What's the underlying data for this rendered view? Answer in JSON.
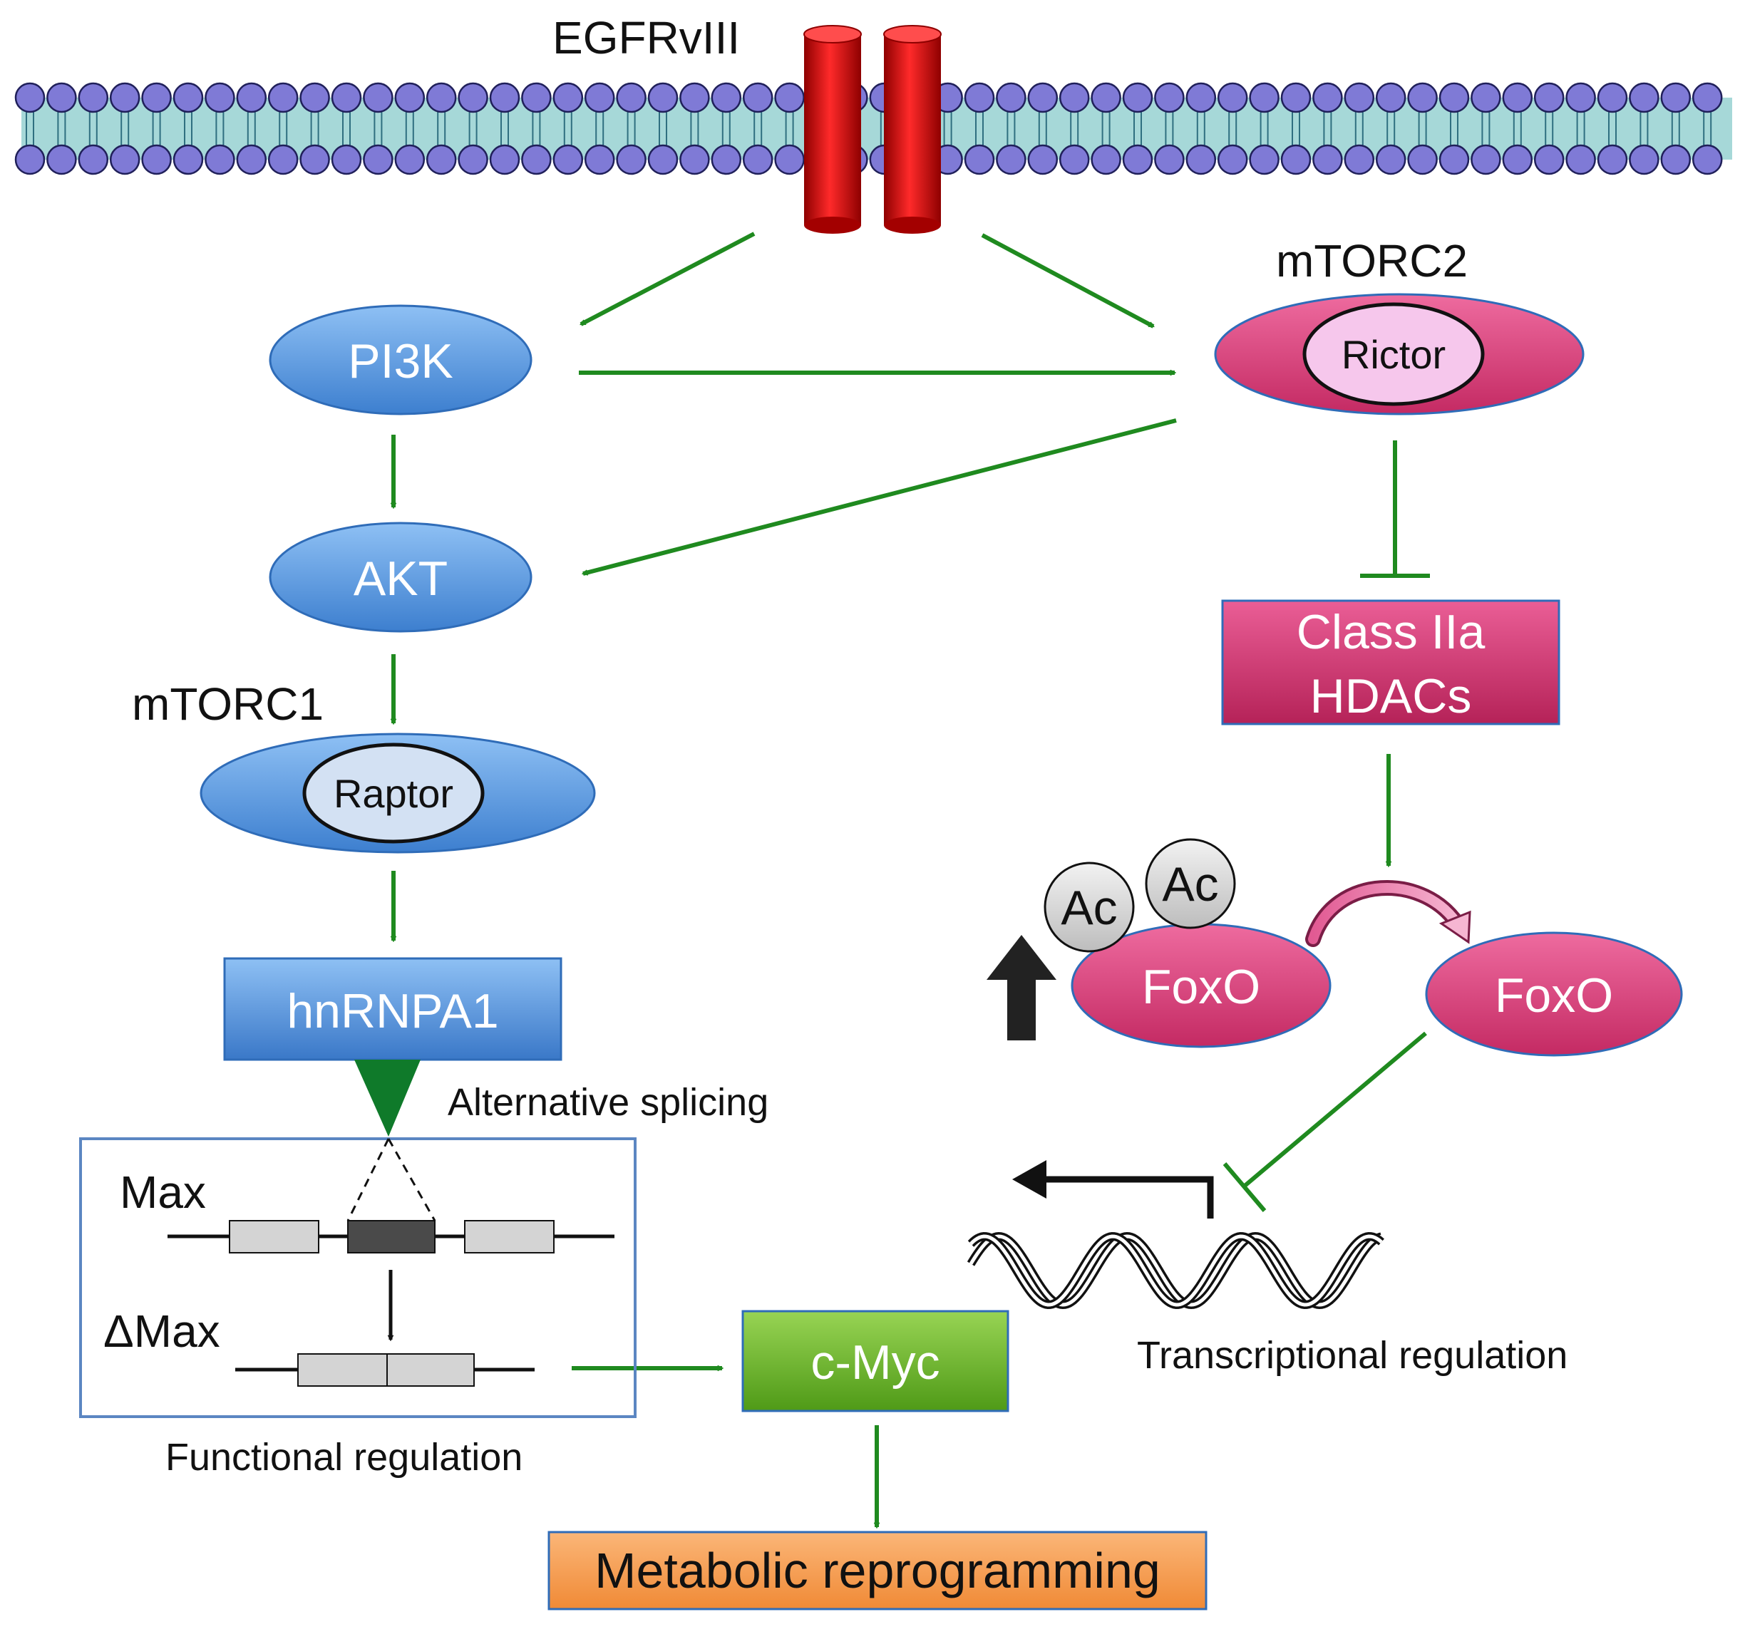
{
  "receptor": {
    "label": "EGFRvIII"
  },
  "nodes": {
    "pi3k": "PI3K",
    "akt": "AKT",
    "mtorc1": {
      "label": "mTORC1",
      "subunit": "Raptor"
    },
    "mtorc2": {
      "label": "mTORC2",
      "subunit": "Rictor"
    },
    "hnrnpa1": "hnRNPA1",
    "hdac": {
      "line1": "Class IIa",
      "line2": "HDACs"
    },
    "ac1": "Ac",
    "ac2": "Ac",
    "foxo_acetylated": "FoxO",
    "foxo": "FoxO",
    "cmyc": "c-Myc",
    "metabolic": "Metabolic reprogramming"
  },
  "splicing": {
    "caption": "Alternative splicing",
    "max": "Max",
    "delta_max": "ΔMax",
    "functional": "Functional regulation"
  },
  "transcription": {
    "caption": "Transcriptional regulation"
  },
  "colors": {
    "arrow_green": "#1f8a1f",
    "membrane_head": "#7f7ad6",
    "membrane_tail": "#a6d8d8",
    "receptor_red": "#dd0000",
    "blue_node": "#5b9be0",
    "pink_node": "#d63a75",
    "green_box": "#6fb12d",
    "orange_box": "#f5994b"
  }
}
